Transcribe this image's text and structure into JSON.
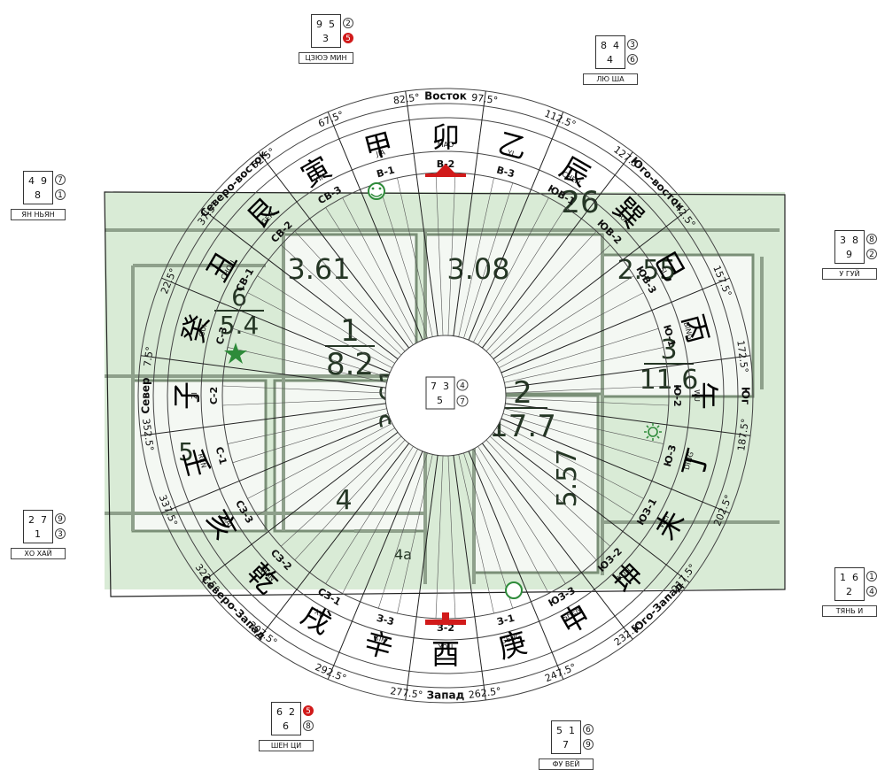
{
  "rooms": [
    {
      "top": "3.61",
      "bottom": ""
    },
    {
      "top": "3.08",
      "bottom": ""
    },
    {
      "top": "26",
      "bottom": ""
    },
    {
      "top": "2.55",
      "bottom": ""
    },
    {
      "top": "6",
      "bottom": "5.4"
    },
    {
      "top": "1",
      "bottom": "8.2"
    },
    {
      "top": "3.61",
      "bottom": ""
    },
    {
      "top": "2",
      "bottom": "17.7"
    },
    {
      "top": "3",
      "bottom": "11.6"
    },
    {
      "top": "5.57",
      "bottom": ""
    },
    {
      "top": "5",
      "bottom": ""
    },
    {
      "top": "4",
      "bottom": ""
    },
    {
      "top": "4a",
      "bottom": ""
    }
  ],
  "degrees": [
    "7.5°",
    "22.5°",
    "37.5°",
    "52.5°",
    "67.5°",
    "82.5°",
    "97.5°",
    "112.5°",
    "127.5°",
    "142.5°",
    "157.5°",
    "172.5°",
    "187.5°",
    "202.5°",
    "217.5°",
    "232.5°",
    "247.5°",
    "262.5°",
    "277.5°",
    "292.5°",
    "307.5°",
    "322.5°",
    "337.5°",
    "352.5°"
  ],
  "directions": [
    {
      "label": "Восток",
      "angle": 90
    },
    {
      "label": "Юго-восток",
      "angle": 135
    },
    {
      "label": "Юг",
      "angle": 180
    },
    {
      "label": "Юго-Запад",
      "angle": 225
    },
    {
      "label": "Запад",
      "angle": 270
    },
    {
      "label": "Северо-Запад",
      "angle": 315
    },
    {
      "label": "Север",
      "angle": 0
    },
    {
      "label": "Северо-восток",
      "angle": 45
    }
  ],
  "mountains": [
    {
      "hanzi": "子",
      "pinyin": "ZI",
      "sector": "С-2"
    },
    {
      "hanzi": "癸",
      "pinyin": "GUI",
      "sector": "С-3"
    },
    {
      "hanzi": "丑",
      "pinyin": "CHOU",
      "sector": "СВ-1"
    },
    {
      "hanzi": "艮",
      "pinyin": "GEN",
      "sector": "СВ-2"
    },
    {
      "hanzi": "寅",
      "pinyin": "YIN",
      "sector": "СВ-3"
    },
    {
      "hanzi": "甲",
      "pinyin": "JIA",
      "sector": "В-1"
    },
    {
      "hanzi": "卯",
      "pinyin": "MAO",
      "sector": "В-2"
    },
    {
      "hanzi": "乙",
      "pinyin": "YI",
      "sector": "В-3"
    },
    {
      "hanzi": "辰",
      "pinyin": "CHEN",
      "sector": "ЮВ-1"
    },
    {
      "hanzi": "巽",
      "pinyin": "XUN",
      "sector": "ЮВ-2"
    },
    {
      "hanzi": "巳",
      "pinyin": "SI",
      "sector": "ЮВ-3"
    },
    {
      "hanzi": "丙",
      "pinyin": "BING",
      "sector": "Ю-1"
    },
    {
      "hanzi": "午",
      "pinyin": "WU",
      "sector": "Ю-2"
    },
    {
      "hanzi": "丁",
      "pinyin": "DING",
      "sector": "Ю-3"
    },
    {
      "hanzi": "未",
      "pinyin": "WEI",
      "sector": "ЮЗ-1"
    },
    {
      "hanzi": "坤",
      "pinyin": "KUN",
      "sector": "ЮЗ-2"
    },
    {
      "hanzi": "申",
      "pinyin": "SHEN",
      "sector": "ЮЗ-3"
    },
    {
      "hanzi": "庚",
      "pinyin": "GENG",
      "sector": "З-1"
    },
    {
      "hanzi": "酉",
      "pinyin": "YOU",
      "sector": "З-2"
    },
    {
      "hanzi": "辛",
      "pinyin": "XIN",
      "sector": "З-3"
    },
    {
      "hanzi": "戌",
      "pinyin": "XU",
      "sector": "СЗ-1"
    },
    {
      "hanzi": "乾",
      "pinyin": "QIAN",
      "sector": "СЗ-2"
    },
    {
      "hanzi": "亥",
      "pinyin": "HAI",
      "sector": "СЗ-3"
    },
    {
      "hanzi": "壬",
      "pinyin": "REN",
      "sector": "С-1"
    }
  ],
  "center_star": {
    "a": "7",
    "b": "3",
    "c": "5",
    "d": "4",
    "e": "7"
  },
  "cards": [
    {
      "a": "9",
      "b": "5",
      "c": "3",
      "d": "2",
      "e": "5",
      "label": "ЦЗЮЭ МИН",
      "red_e": true
    },
    {
      "a": "8",
      "b": "4",
      "c": "4",
      "d": "3",
      "e": "6",
      "label": "ЛЮ ША",
      "red_e": false
    },
    {
      "a": "3",
      "b": "8",
      "c": "9",
      "d": "8",
      "e": "2",
      "label": "У ГУЙ",
      "red_e": false
    },
    {
      "a": "1",
      "b": "6",
      "c": "2",
      "d": "1",
      "e": "4",
      "label": "ТЯНЬ И",
      "red_e": false
    },
    {
      "a": "5",
      "b": "1",
      "c": "7",
      "d": "6",
      "e": "9",
      "label": "ФУ ВЕЙ",
      "red_e": false
    },
    {
      "a": "6",
      "b": "2",
      "c": "6",
      "d": "5",
      "e": "8",
      "label": "ШЕН ЦИ",
      "red_d": true
    },
    {
      "a": "2",
      "b": "7",
      "c": "1",
      "d": "9",
      "e": "3",
      "label": "ХО ХАЙ",
      "red_e": false
    },
    {
      "a": "4",
      "b": "9",
      "c": "8",
      "d": "7",
      "e": "1",
      "label": "ЯН НЬЯН",
      "red_e": false
    }
  ],
  "colors": {
    "green": "#d9ebd6",
    "red": "#d11a1a",
    "marker_green": "#2e8b3a"
  }
}
